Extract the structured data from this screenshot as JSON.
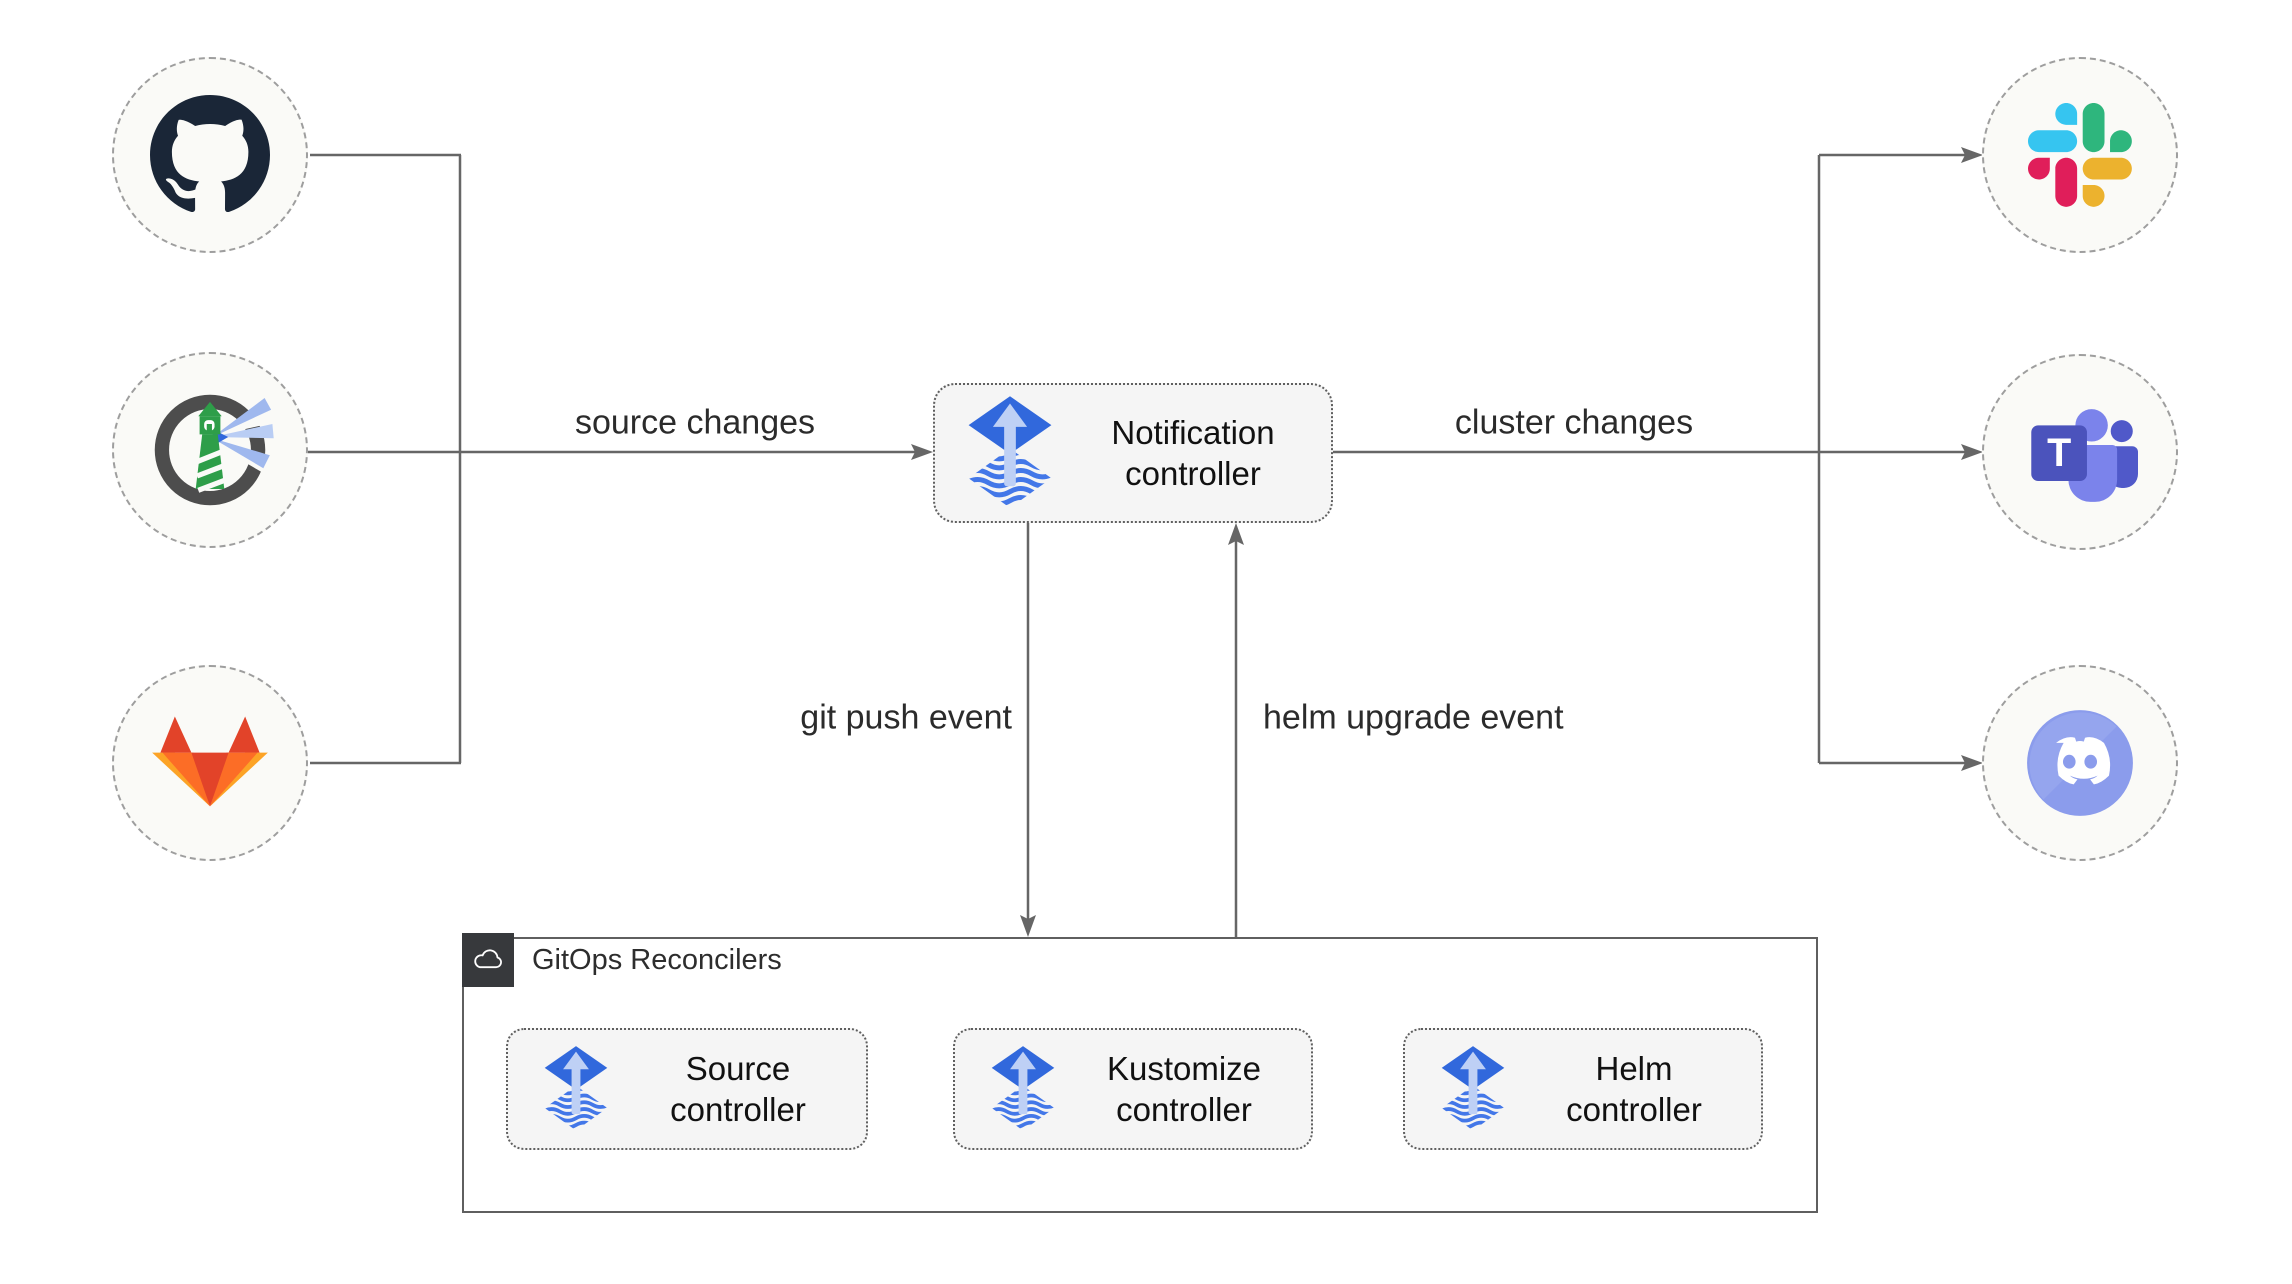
{
  "nodes": {
    "notification": {
      "label": "Notification controller",
      "icon": "flux-icon"
    },
    "source": {
      "label": "Source controller",
      "icon": "flux-icon"
    },
    "kustomize": {
      "label": "Kustomize controller",
      "icon": "flux-icon"
    },
    "helm": {
      "label": "Helm controller",
      "icon": "flux-icon"
    }
  },
  "container": {
    "label": "GitOps Reconcilers",
    "icon": "cloud-icon"
  },
  "edges": {
    "source_changes": "source changes",
    "cluster_changes": "cluster changes",
    "git_push_event": "git push event",
    "helm_upgrade_event": "helm upgrade event"
  },
  "endpoints": {
    "left": [
      {
        "name": "github",
        "icon": "github-icon"
      },
      {
        "name": "harbor",
        "icon": "harbor-icon"
      },
      {
        "name": "gitlab",
        "icon": "gitlab-icon"
      }
    ],
    "right": [
      {
        "name": "slack",
        "icon": "slack-icon"
      },
      {
        "name": "teams",
        "icon": "teams-icon"
      },
      {
        "name": "discord",
        "icon": "discord-icon"
      }
    ]
  },
  "icons": {
    "teams_letter": "T"
  },
  "colors": {
    "line": "#666666",
    "flux_diamond": "#3168dc",
    "flux_waves": "#4377e8",
    "flux_arrow": "#bed0f5",
    "node_fill": "#f5f5f5",
    "endpoint_fill": "#fafaf7",
    "container_tab": "#37393c",
    "slack": [
      "#36C5F0",
      "#2EB67D",
      "#ECB22E",
      "#E01E5A"
    ],
    "teams": [
      "#4b53bc",
      "#7b83eb",
      "#5059c9"
    ],
    "discord": "#8b9cec",
    "gitlab": [
      "#e24329",
      "#fc6d26",
      "#fca326"
    ],
    "harbor_green": "#2e9e49",
    "github_dark": "#1a2637"
  }
}
